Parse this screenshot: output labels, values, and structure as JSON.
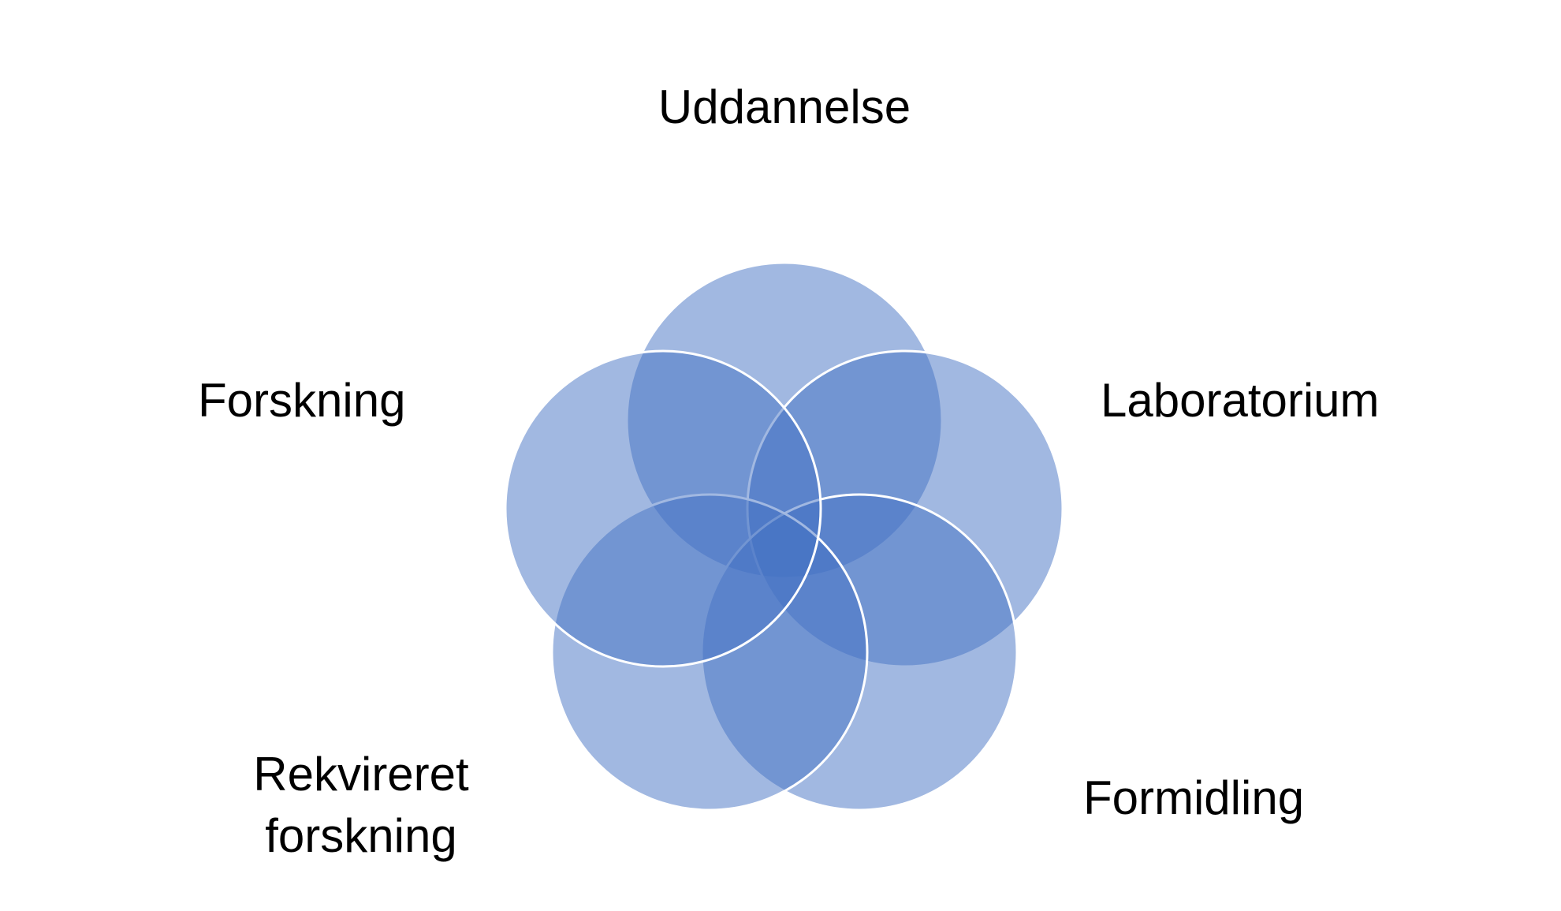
{
  "diagram": {
    "type": "venn",
    "fill_color": "#4472C4",
    "stroke_color": "#FFFFFF",
    "items": [
      {
        "label": "Uddannelse"
      },
      {
        "label": "Laboratorium"
      },
      {
        "label": "Formidling"
      },
      {
        "label": "Rekvireret forskning",
        "lines": [
          "Rekvireret",
          "forskning"
        ]
      },
      {
        "label": "Forskning"
      }
    ]
  }
}
